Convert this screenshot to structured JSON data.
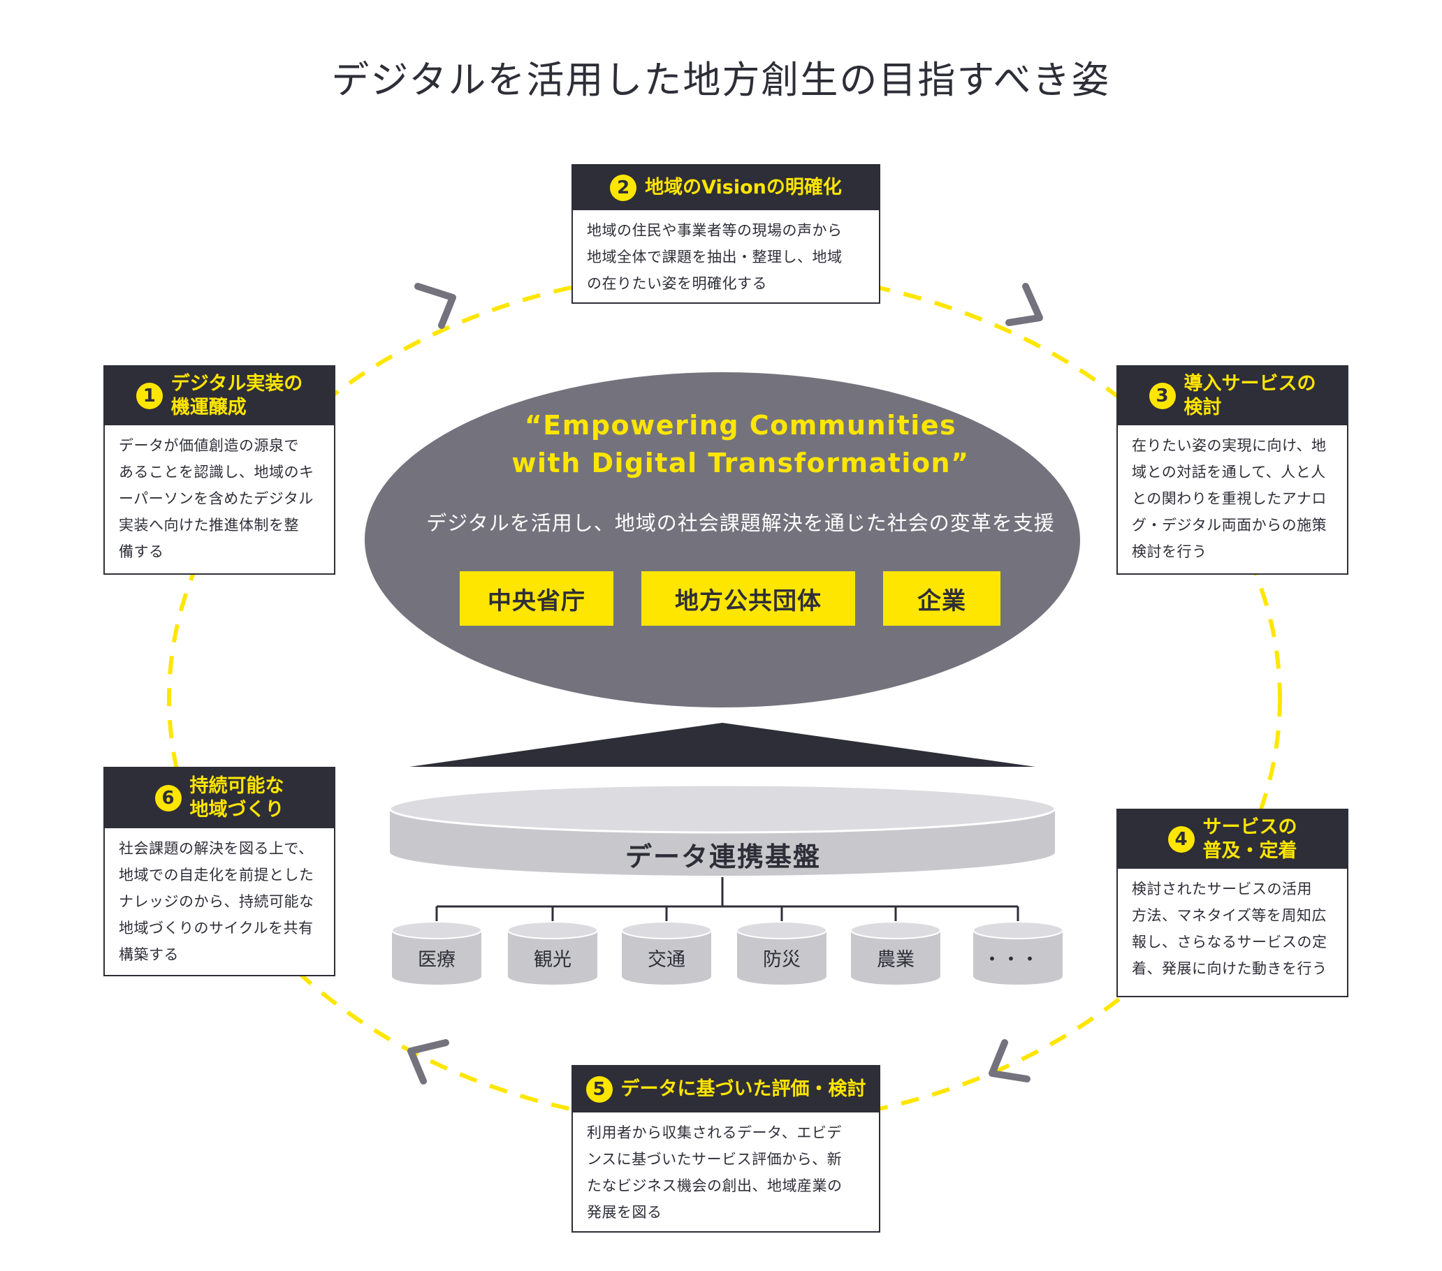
{
  "title": "デジタルを活用した地方創生の目指すべき姿",
  "colors": {
    "accent": "#ffe600",
    "dark": "#2e2e38",
    "ellipse": "#74737d",
    "platform": "#c8c8cc"
  },
  "center": {
    "tagline": "“Empowering Communities\nwith Digital Transformation”",
    "mission": "デジタルを活用し、地域の社会課題解決を通じた社会の変革を支援",
    "actors": [
      "中央省庁",
      "地方公共団体",
      "企業"
    ]
  },
  "platform": {
    "label": "データ連携基盤",
    "domains": [
      "医療",
      "観光",
      "交通",
      "防災",
      "農業",
      "・・・"
    ]
  },
  "steps": [
    {
      "num": "1",
      "title": "デジタル実装の\n機運醸成",
      "body": "データが価値創造の源泉で\nあることを認識し、地域のキ\nーパーソンを含めたデジタル\n実装へ向けた推進体制を整\n備する"
    },
    {
      "num": "2",
      "title": "地域のVisionの明確化",
      "body": "地域の住民や事業者等の現場の声から\n地域全体で課題を抽出・整理し、地域\nの在りたい姿を明確化する"
    },
    {
      "num": "3",
      "title": "導入サービスの\n検討",
      "body": "在りたい姿の実現に向け、地\n域との対話を通して、人と人\nとの関わりを重視したアナロ\nグ・デジタル両面からの施策\n検討を行う"
    },
    {
      "num": "4",
      "title": "サービスの\n普及・定着",
      "body": "検討されたサービスの活用\n方法、マネタイズ等を周知広\n報し、さらなるサービスの定\n着、発展に向けた動きを行う"
    },
    {
      "num": "5",
      "title": "データに基づいた評価・検討",
      "body": "利用者から収集されるデータ、エビデ\nンスに基づいたサービス評価から、新\nたなビジネス機会の創出、地域産業の\n発展を図る"
    },
    {
      "num": "6",
      "title": "持続可能な\n地域づくり",
      "body": "社会課題の解決を図る上で、\n地域での自走化を前提とした\nナレッジのから、持続可能な\n地域づくりのサイクルを共有\n構築する"
    }
  ]
}
